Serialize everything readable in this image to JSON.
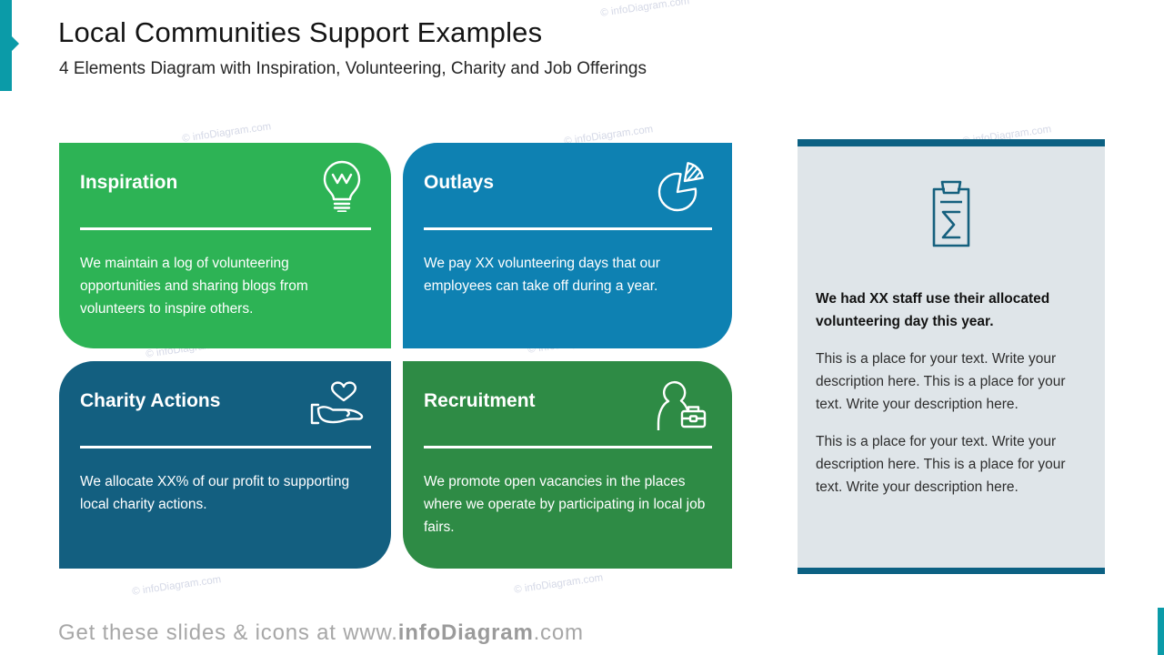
{
  "header": {
    "title": "Local Communities Support Examples",
    "subtitle": "4 Elements Diagram with Inspiration, Volunteering, Charity and Job Offerings"
  },
  "cards": [
    {
      "title": "Inspiration",
      "body": "We maintain a log of volunteering opportunities and sharing blogs from volunteers to inspire others.",
      "color": "#2DB355",
      "icon": "lightbulb-idea-icon"
    },
    {
      "title": "Outlays",
      "body": "We pay XX volunteering days that our employees can take off during a year.",
      "color": "#0E81B2",
      "icon": "pie-chart-icon"
    },
    {
      "title": "Charity Actions",
      "body": "We allocate XX% of our profit to supporting local charity actions.",
      "color": "#135F80",
      "icon": "hand-heart-icon"
    },
    {
      "title": "Recruitment",
      "body": "We promote open vacancies in the places where we operate by participating in local job fairs.",
      "color": "#2E8B45",
      "icon": "person-briefcase-icon"
    }
  ],
  "panel": {
    "icon": "sum-clipboard-icon",
    "bold_text": "We had XX staff use their allocated volunteering day this year.",
    "paragraph1": "This is a place for your text. Write your description here. This is a place for your text. Write your description here.",
    "paragraph2": "This is a place for your text. Write your description here. This is a place for your text. Write your description here.",
    "background": "#DFE5E9",
    "bar_color": "#0C6183"
  },
  "footer": {
    "prefix": "Get these slides & icons at www.",
    "brand": "infoDiagram",
    "suffix": ".com"
  },
  "watermark": "© infoDiagram.com",
  "accent_color": "#0B9BA8"
}
